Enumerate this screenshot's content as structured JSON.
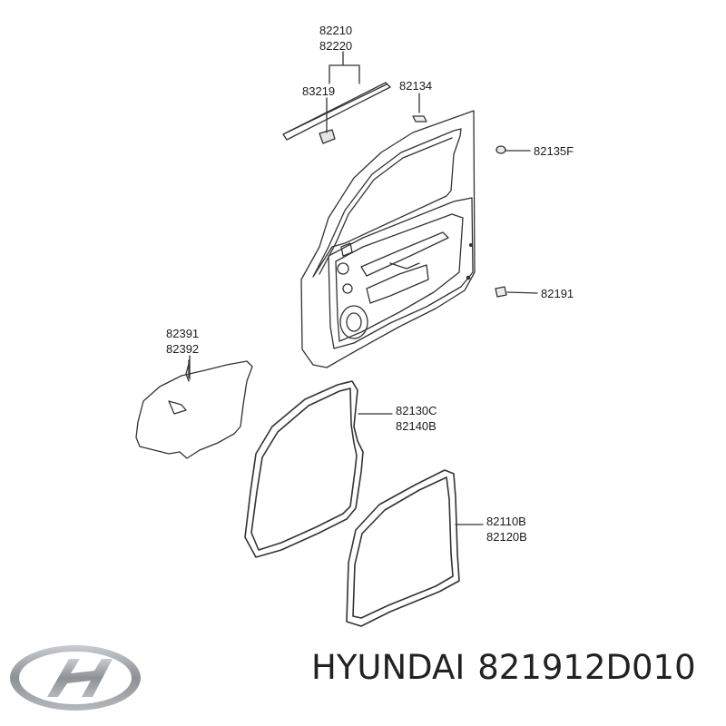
{
  "callouts": {
    "c82210": {
      "line1": "82210",
      "line2": "82220"
    },
    "c83219": {
      "line1": "83219"
    },
    "c82134": {
      "line1": "82134"
    },
    "c82135F": {
      "line1": "82135F"
    },
    "c82191": {
      "line1": "82191"
    },
    "c82391": {
      "line1": "82391",
      "line2": "82392"
    },
    "c82130C": {
      "line1": "82130C",
      "line2": "82140B"
    },
    "c82110B": {
      "line1": "82110B",
      "line2": "82120B"
    }
  },
  "caption": {
    "brand": "HYUNDAI",
    "part_number": "821912D010"
  },
  "logo": {
    "icon": "hyundai-logo-icon"
  },
  "colors": {
    "line": "#333333",
    "logo_silver": "#9a9ea3"
  }
}
